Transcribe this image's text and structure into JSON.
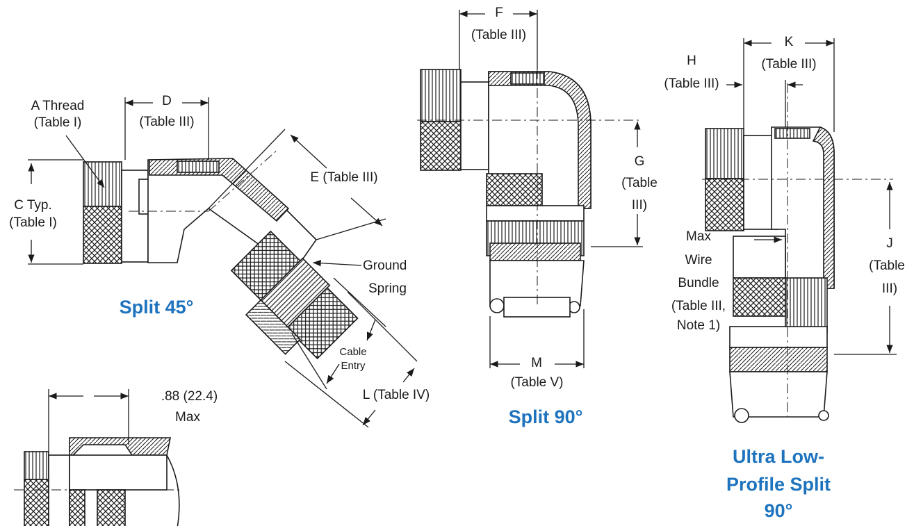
{
  "colors": {
    "caption": "#1e73be",
    "line": "#1a1a1a"
  },
  "views": {
    "split45": {
      "caption": "Split 45°",
      "a_thread": "A Thread",
      "a_thread_ref": "(Table I)",
      "c_dim": "C Typ.",
      "c_dim_ref": "(Table I)",
      "d_dim": "D",
      "d_dim_ref": "(Table III)",
      "e_dim": "E (Table III)",
      "ground": "Ground",
      "spring": "Spring",
      "cable": "Cable",
      "entry": "Entry",
      "l_dim": "L (Table IV)"
    },
    "split90": {
      "caption": "Split 90°",
      "f_dim": "F",
      "f_dim_ref": "(Table III)",
      "g_dim": "G",
      "g_dim_ref1": "(Table",
      "g_dim_ref2": "III)",
      "m_dim": "M",
      "m_dim_ref": "(Table V)"
    },
    "ultra": {
      "caption_line1": "Ultra Low-",
      "caption_line2": "Profile Split",
      "caption_line3": "90°",
      "h_dim": "H",
      "h_dim_ref": "(Table III)",
      "k_dim": "K",
      "k_dim_ref": "(Table III)",
      "j_dim": "J",
      "j_dim_ref1": "(Table",
      "j_dim_ref2": "III)",
      "max": "Max",
      "wire": "Wire",
      "bundle": "Bundle",
      "bundle_ref1": "(Table III,",
      "bundle_ref2": "Note 1)"
    },
    "detail": {
      "dim": ".88 (22.4)",
      "max": "Max"
    }
  }
}
